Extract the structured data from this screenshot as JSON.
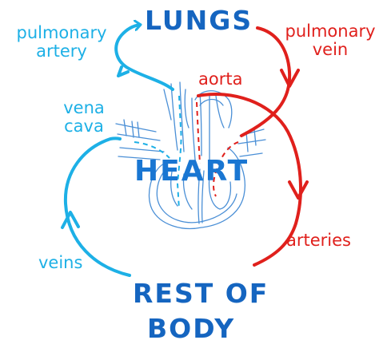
{
  "labels": {
    "lungs": "LUNGS",
    "heart": "HEART",
    "rest_of_body_line1": "REST OF",
    "rest_of_body_line2": "BODY",
    "pulmonary_artery_line1": "pulmonary",
    "pulmonary_artery_line2": "artery",
    "pulmonary_vein_line1": "pulmonary",
    "pulmonary_vein_line2": "vein",
    "aorta": "aorta",
    "vena_cava_line1": "vena",
    "vena_cava_line2": "cava",
    "veins": "veins",
    "arteries": "arteries"
  },
  "colors": {
    "deoxygenated": "#1db0e6",
    "oxygenated": "#e0201c",
    "heart_outline": "#4a8fd6",
    "title": "#1565c0"
  }
}
